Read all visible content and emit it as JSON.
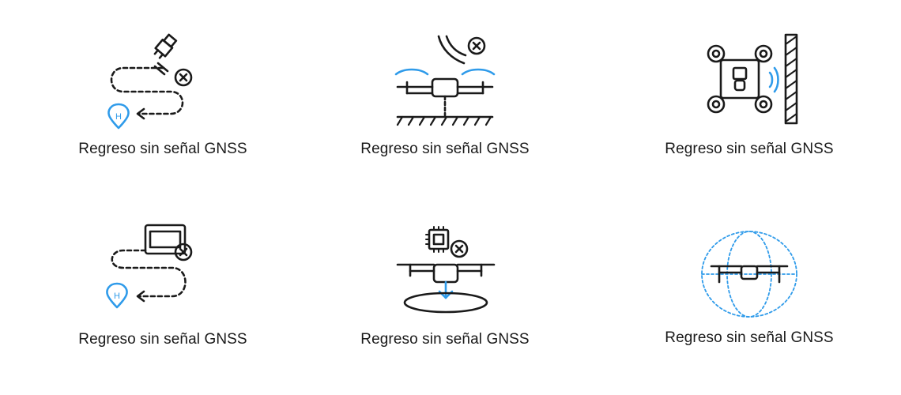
{
  "items": [
    {
      "label": "Regreso sin señal GNSS",
      "icon": "satellite-lost-return-icon"
    },
    {
      "label": "Regreso sin señal GNSS",
      "icon": "drone-altitude-signal-lost-icon"
    },
    {
      "label": "Regreso sin señal GNSS",
      "icon": "drone-obstacle-sensing-icon"
    },
    {
      "label": "Regreso sin señal GNSS",
      "icon": "remote-controller-lost-return-icon"
    },
    {
      "label": "Regreso sin señal GNSS",
      "icon": "processor-failure-landing-icon"
    },
    {
      "label": "Regreso sin señal GNSS",
      "icon": "omnidirectional-sensing-icon"
    }
  ],
  "colors": {
    "stroke": "#1a1a1a",
    "accent": "#2f9bea",
    "text": "#1a1a1a",
    "background": "#ffffff"
  }
}
